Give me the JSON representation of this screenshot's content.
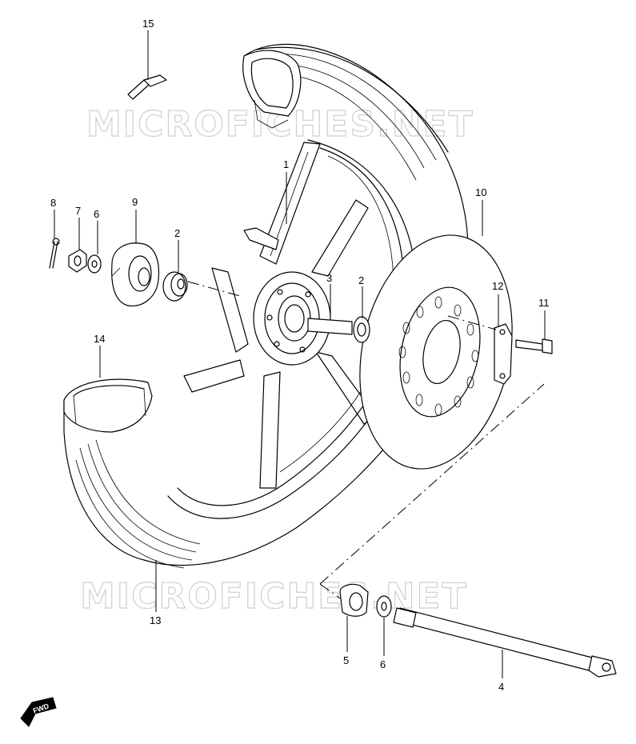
{
  "watermark": {
    "text": "MICROFICHES.NET",
    "color": "#cfcfcf"
  },
  "direction_badge": {
    "text": "FWD",
    "icon": "forward-arrow-icon"
  },
  "callouts": [
    {
      "id": "c1",
      "label": "1"
    },
    {
      "id": "c2a",
      "label": "2"
    },
    {
      "id": "c2b",
      "label": "2"
    },
    {
      "id": "c3",
      "label": "3"
    },
    {
      "id": "c4",
      "label": "4"
    },
    {
      "id": "c5",
      "label": "5"
    },
    {
      "id": "c6a",
      "label": "6"
    },
    {
      "id": "c6b",
      "label": "6"
    },
    {
      "id": "c7",
      "label": "7"
    },
    {
      "id": "c8",
      "label": "8"
    },
    {
      "id": "c9",
      "label": "9"
    },
    {
      "id": "c10",
      "label": "10"
    },
    {
      "id": "c11",
      "label": "11"
    },
    {
      "id": "c12",
      "label": "12"
    },
    {
      "id": "c13",
      "label": "13"
    },
    {
      "id": "c14",
      "label": "14"
    },
    {
      "id": "c15",
      "label": "15"
    }
  ]
}
